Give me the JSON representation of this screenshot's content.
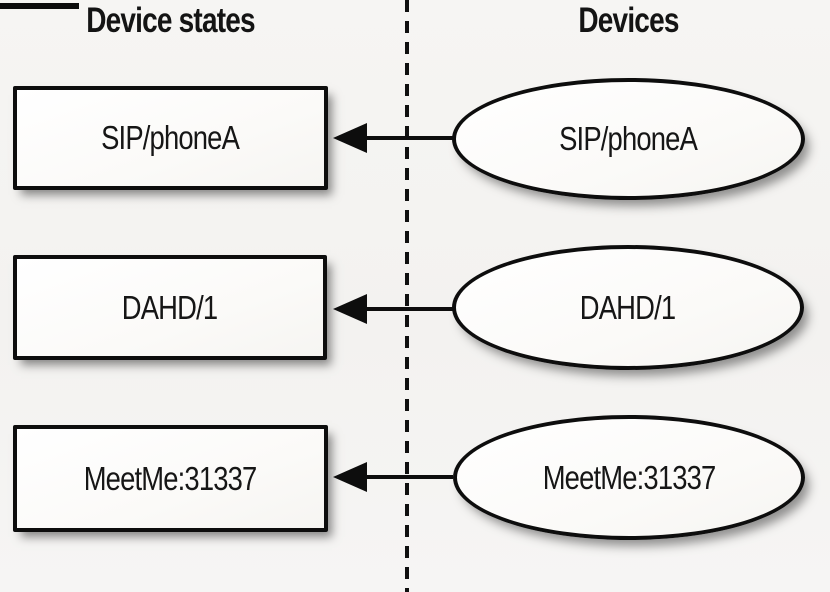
{
  "diagram": {
    "left_column_title": "Device states",
    "right_column_title": "Devices",
    "rows": [
      {
        "state": "SIP/phoneA",
        "device": "SIP/phoneA"
      },
      {
        "state": "DAHD/1",
        "device": "DAHD/1"
      },
      {
        "state": "MeetMe:31337",
        "device": "MeetMe:31337"
      }
    ],
    "arrow_direction": "device-to-state",
    "colors": {
      "ink": "#0d0d0d",
      "background": "#f4f3f1",
      "shape_fill": "#fcfbf9"
    }
  }
}
